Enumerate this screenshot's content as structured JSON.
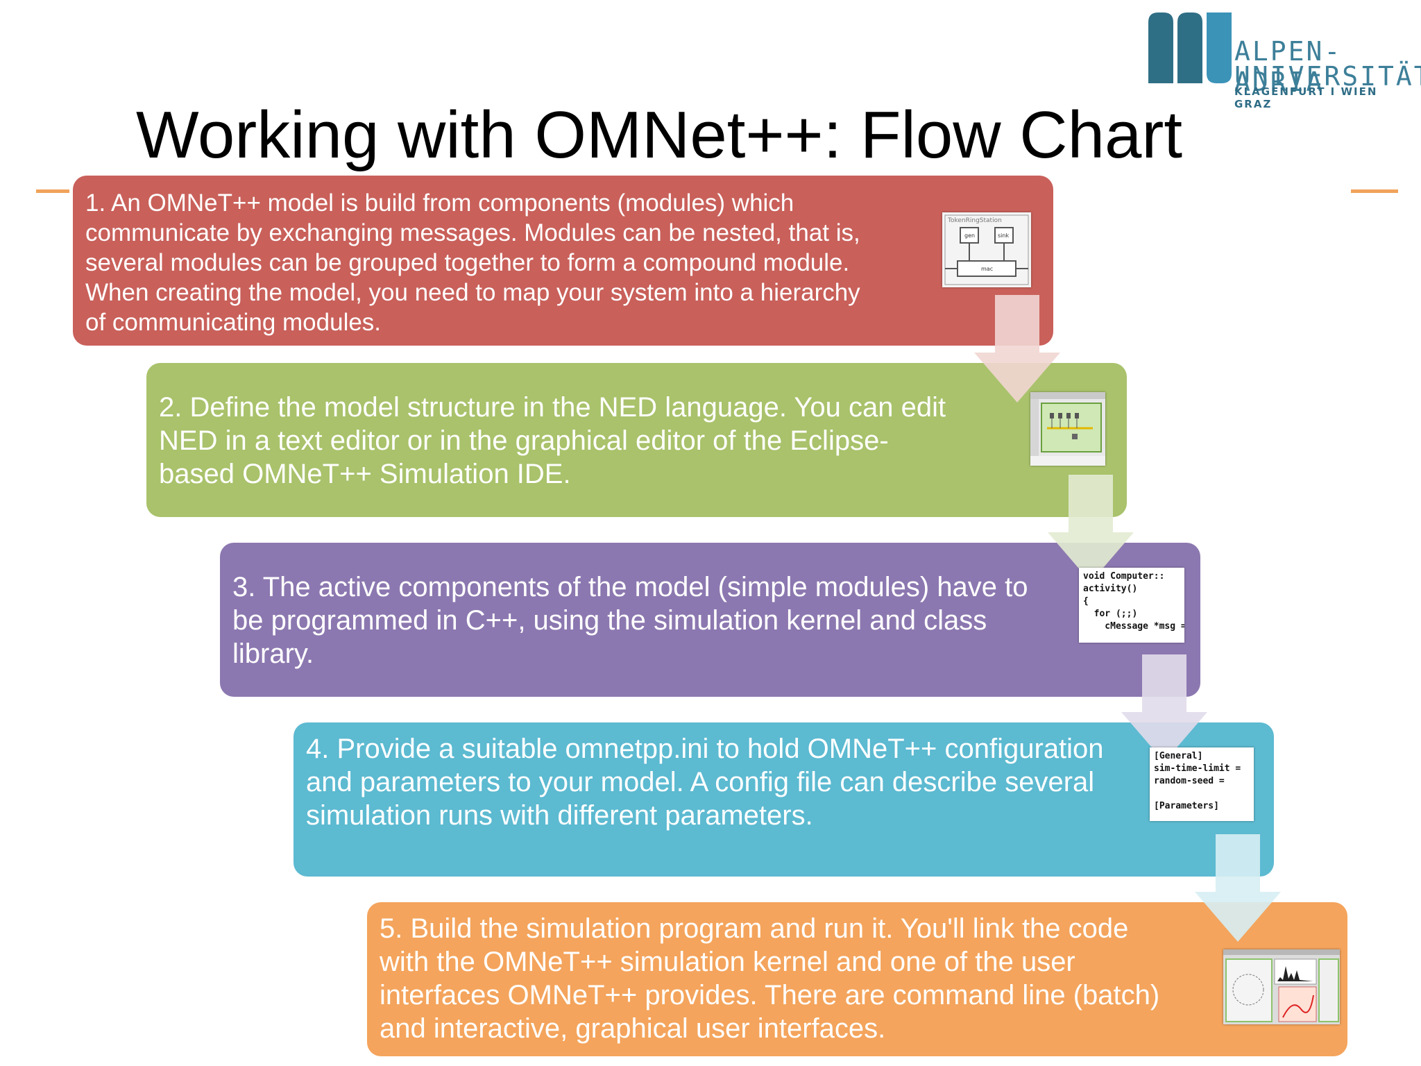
{
  "logo": {
    "line1": "ALPEN-ADRIA",
    "line2": "UNIVERSITÄT",
    "line3": "KLAGENFURT I WIEN GRAZ"
  },
  "title": "Working with OMNet++: Flow Chart",
  "steps": [
    {
      "text": "1. An OMNeT++ model is build from components (modules) which communicate by exchanging messages. Modules can be nested, that is, several modules can be grouped together to form a compound module. When creating the model, you need to map your system into a hierarchy of communicating modules.",
      "color": "#c9605a"
    },
    {
      "text": "2. Define the model structure in the NED language. You can edit NED in a text editor or in the graphical editor of the Eclipse-based OMNeT++ Simulation IDE.",
      "color": "#a9c26b"
    },
    {
      "text": "3. The active components of the model (simple modules) have to be programmed in C++, using the simulation kernel and class library.",
      "color": "#8c78b0"
    },
    {
      "text": "4. Provide a suitable omnetpp.ini to hold OMNeT++ configuration and parameters to your model. A config file can describe several simulation runs with different parameters.",
      "color": "#5cbad1"
    },
    {
      "text": "5. Build the simulation program and run it. You'll link the code with the OMNeT++ simulation kernel and one of the user interfaces OMNeT++ provides. There are command line (batch) and interactive, graphical user interfaces.",
      "color": "#f4a45c"
    }
  ],
  "thumbs": {
    "t1_label": "TokenRingStation",
    "t1_gen": "gen",
    "t1_sink": "sink",
    "t1_mac": "mac",
    "t3_code": "void Computer::\nactivity()\n{\n  for (;;)\n    cMessage *msg =",
    "t4_code": "[General]\nsim-time-limit =\nrandom-seed =\n\n[Parameters]"
  },
  "colors": {
    "accent_rule": "#f0a35a",
    "logo_blue": "#3d7f99"
  }
}
